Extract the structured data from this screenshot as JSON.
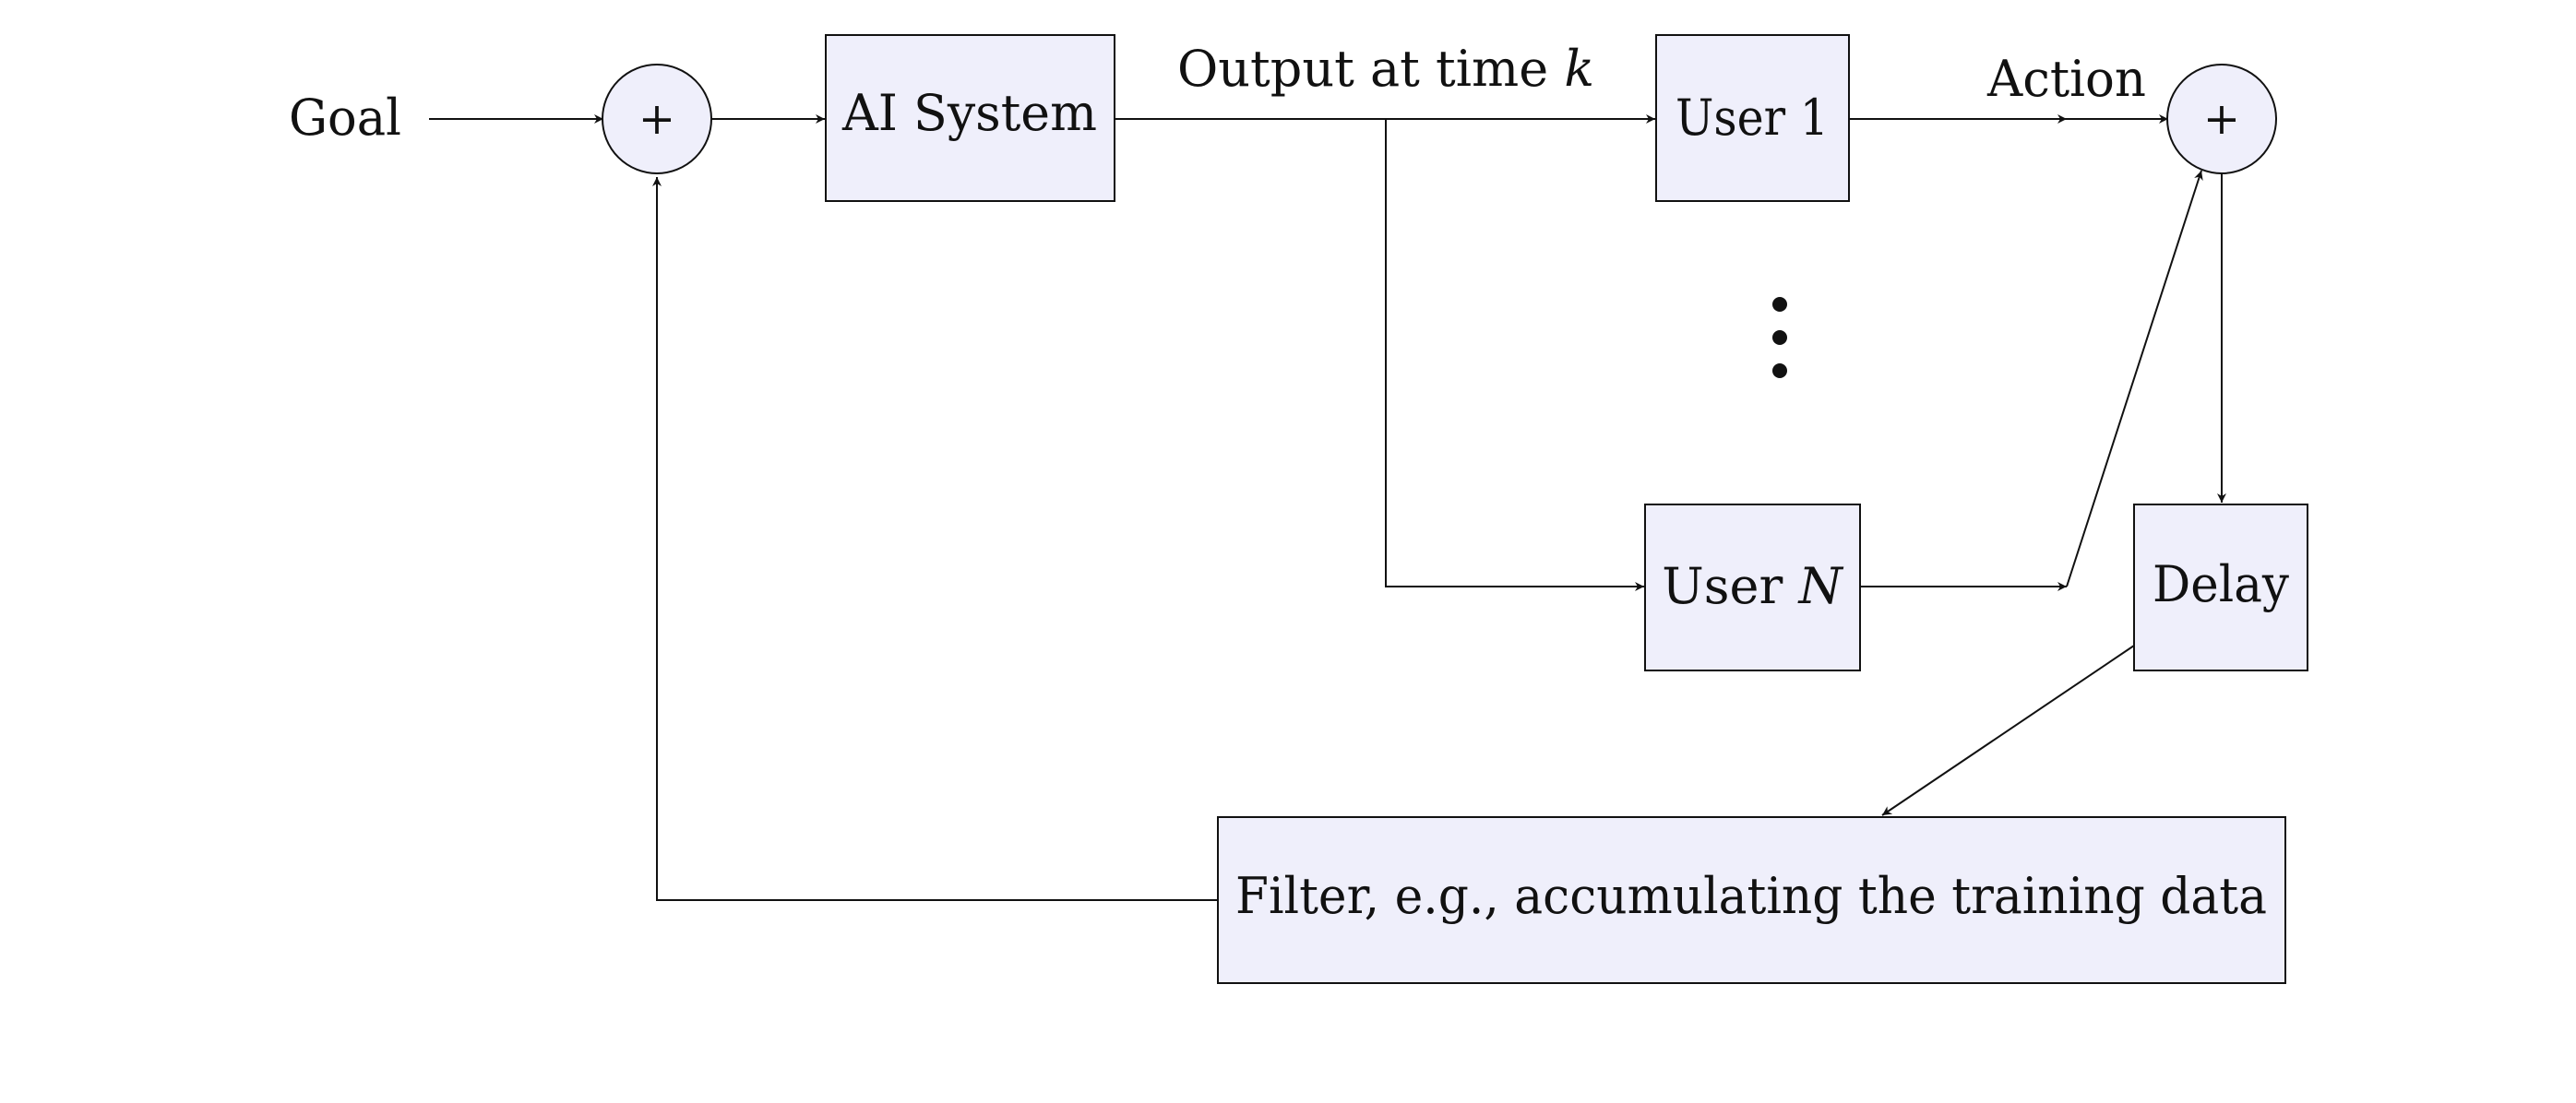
{
  "diagram": {
    "labels": {
      "goal": "Goal",
      "output": "Output at time",
      "output_var": "k",
      "action": "Action"
    },
    "sums": {
      "left": "+",
      "right": "+"
    },
    "blocks": {
      "ai_system": "AI System",
      "user_1": "User 1",
      "user_n": "User",
      "user_n_var": "N",
      "delay": "Delay",
      "filter": "Filter, e.g., accumulating the training data"
    },
    "ellipsis": "⋮",
    "colors": {
      "block_fill": "#efeffb",
      "stroke": "#111111",
      "background": "#ffffff"
    }
  }
}
